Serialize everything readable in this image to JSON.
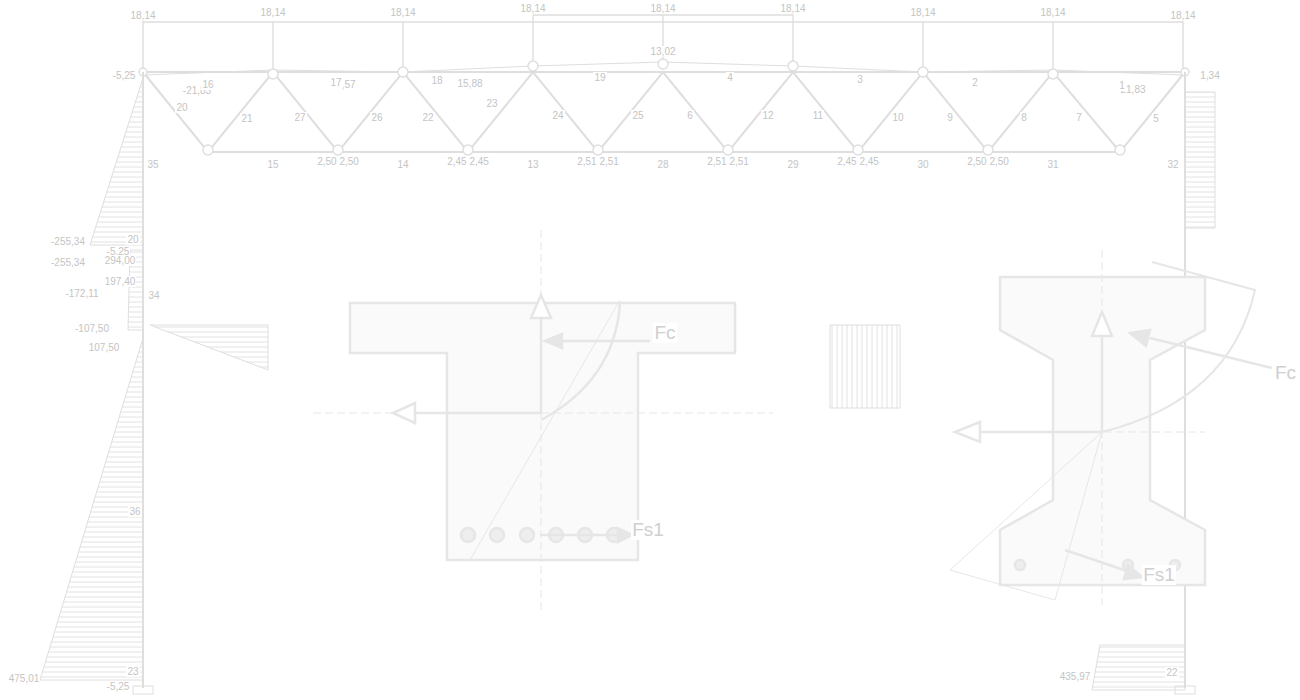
{
  "diagram": {
    "labels": [
      "18,14",
      "18,14",
      "18,14",
      "18,14",
      "18,14",
      "18,14",
      "18,14",
      "18,14",
      "18,14",
      "13,02",
      "-5,25",
      "1,34",
      "-21,83",
      "10,57",
      "15,88",
      "21,83",
      "20",
      "21",
      "27",
      "26",
      "22",
      "23",
      "24",
      "25",
      "6",
      "12",
      "11",
      "10",
      "9",
      "8",
      "7",
      "5",
      "35",
      "15",
      "14",
      "13",
      "28",
      "29",
      "30",
      "31",
      "32",
      "16",
      "17",
      "18",
      "19",
      "4",
      "3",
      "2",
      "1",
      "2,50 2,50",
      "2,45 2,45",
      "2,51 2,51",
      "2,51 2,51",
      "2,45 2,45",
      "2,50 2,50",
      "-255,34",
      "-5,25",
      "-255,34",
      "294,00",
      "197,40",
      "-172,11",
      "34",
      "20",
      "-107,50",
      "107,50",
      "36",
      "475,01",
      "23",
      "-5,25",
      "435,97",
      "22",
      "Fc",
      "Fs1",
      "Fc",
      "Fs1"
    ]
  }
}
